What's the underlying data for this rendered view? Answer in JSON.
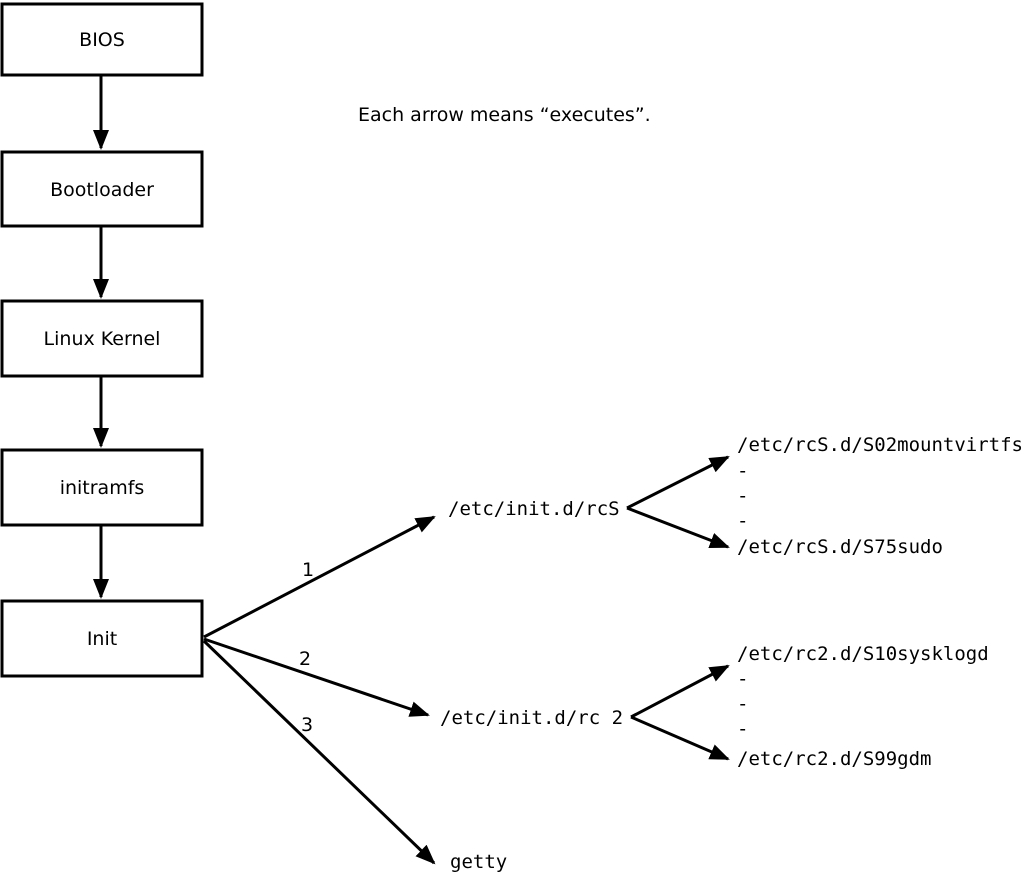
{
  "colors": {
    "background": "#ffffff",
    "line": "#000000",
    "box_fill": "#ffffff"
  },
  "note": "Each arrow means “executes”.",
  "chain": [
    {
      "label": "BIOS"
    },
    {
      "label": "Bootloader"
    },
    {
      "label": "Linux Kernel"
    },
    {
      "label": "initramfs"
    },
    {
      "label": "Init"
    }
  ],
  "init_branches": [
    {
      "number": "1",
      "target": "/etc/init.d/rcS"
    },
    {
      "number": "2",
      "target": "/etc/init.d/rc 2"
    },
    {
      "number": "3",
      "target": "getty"
    }
  ],
  "rcS_scripts": {
    "first": "/etc/rcS.d/S02mountvirtfs",
    "ellipsis": [
      "-",
      "-",
      "-"
    ],
    "last": "/etc/rcS.d/S75sudo"
  },
  "rc2_scripts": {
    "first": "/etc/rc2.d/S10sysklogd",
    "ellipsis": [
      "-",
      "-",
      "-"
    ],
    "last": "/etc/rc2.d/S99gdm"
  }
}
